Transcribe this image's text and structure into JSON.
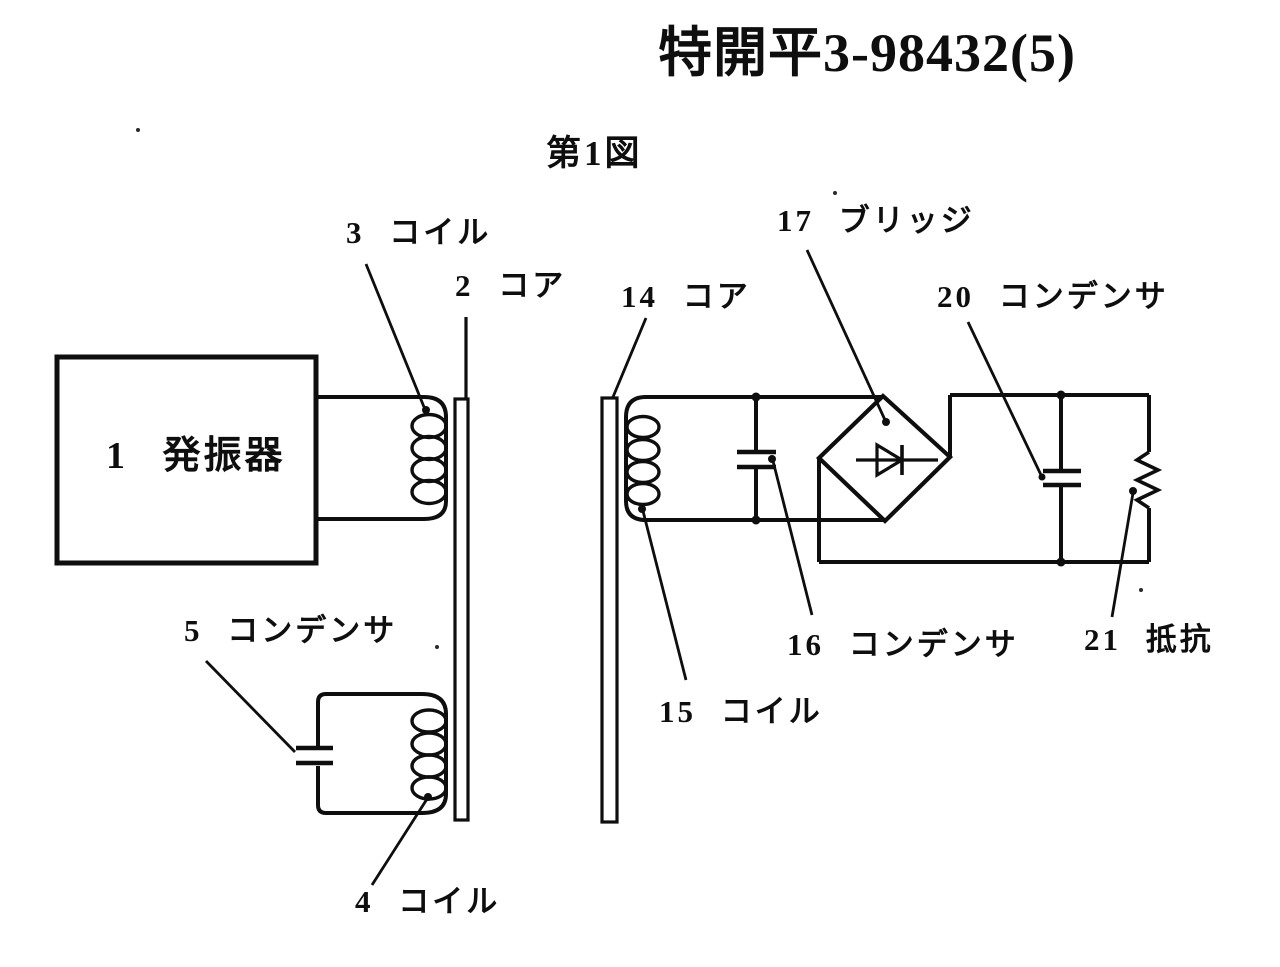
{
  "page": {
    "publication_number": "特開平3-98432(5)",
    "figure_caption": "第1図",
    "ink_color": "#0e0e0e",
    "paper_color": "#ffffff"
  },
  "components": [
    {
      "ref": "1",
      "label": "1 発振器"
    },
    {
      "ref": "2",
      "label": "2 コア"
    },
    {
      "ref": "3",
      "label": "3 コイル"
    },
    {
      "ref": "4",
      "label": "4 コイル"
    },
    {
      "ref": "5",
      "label": "5 コンデンサ"
    },
    {
      "ref": "14",
      "label": "14 コア"
    },
    {
      "ref": "15",
      "label": "15 コイル"
    },
    {
      "ref": "16",
      "label": "16 コンデンサ"
    },
    {
      "ref": "17",
      "label": "17 ブリッジ"
    },
    {
      "ref": "20",
      "label": "20 コンデンサ"
    },
    {
      "ref": "21",
      "label": "21 抵抗"
    }
  ]
}
